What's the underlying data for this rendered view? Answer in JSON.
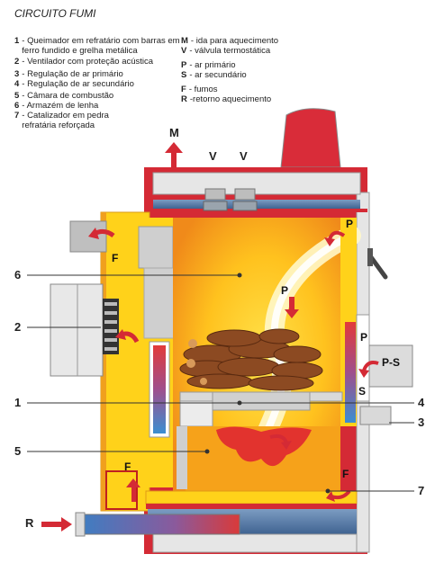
{
  "title": "CIRCUITO FUMI",
  "legend_left": [
    {
      "key": "1",
      "text": "- Queimador em refratário com barras em ferro fundido e grelha metálica"
    },
    {
      "key": "2",
      "text": "- Ventilador com proteção acústica"
    },
    {
      "key": "3",
      "text": "- Regulação de ar primário"
    },
    {
      "key": "4",
      "text": "- Regulação de ar secundário"
    },
    {
      "key": "5",
      "text": "- Câmara de combustão"
    },
    {
      "key": "6",
      "text": "- Armazém de lenha"
    },
    {
      "key": "7",
      "text": "- Catalizador em pedra refratária reforçada"
    }
  ],
  "legend_right": [
    {
      "key": "M",
      "text": "- ida para aquecimento"
    },
    {
      "key": "V",
      "text": "- válvula termostática"
    },
    {
      "key": "P",
      "text": "- ar primário"
    },
    {
      "key": "S",
      "text": "- ar secundário"
    },
    {
      "key": "F",
      "text": "- fumos"
    },
    {
      "key": "R",
      "text": "-retorno aquecimento"
    }
  ],
  "callouts": {
    "n1": "1",
    "n2": "2",
    "n3": "3",
    "n4": "4",
    "n5": "5",
    "n6": "6",
    "n7": "7",
    "M": "M",
    "V1": "V",
    "V2": "V",
    "R": "R"
  },
  "inner_labels": {
    "F_top": "F",
    "F_bottom_left": "F",
    "F_bottom_right": "F",
    "P_top": "P",
    "P_mid": "P",
    "P_side": "P",
    "PS": "P-S",
    "S": "S"
  },
  "colors": {
    "frame": "#d42a35",
    "steel_blue": "#5a7fa8",
    "flame_yellow": "#ffd21a",
    "flame_orange": "#f39a1e",
    "wood": "#8c4a22",
    "grey": "#c9c9c9"
  }
}
